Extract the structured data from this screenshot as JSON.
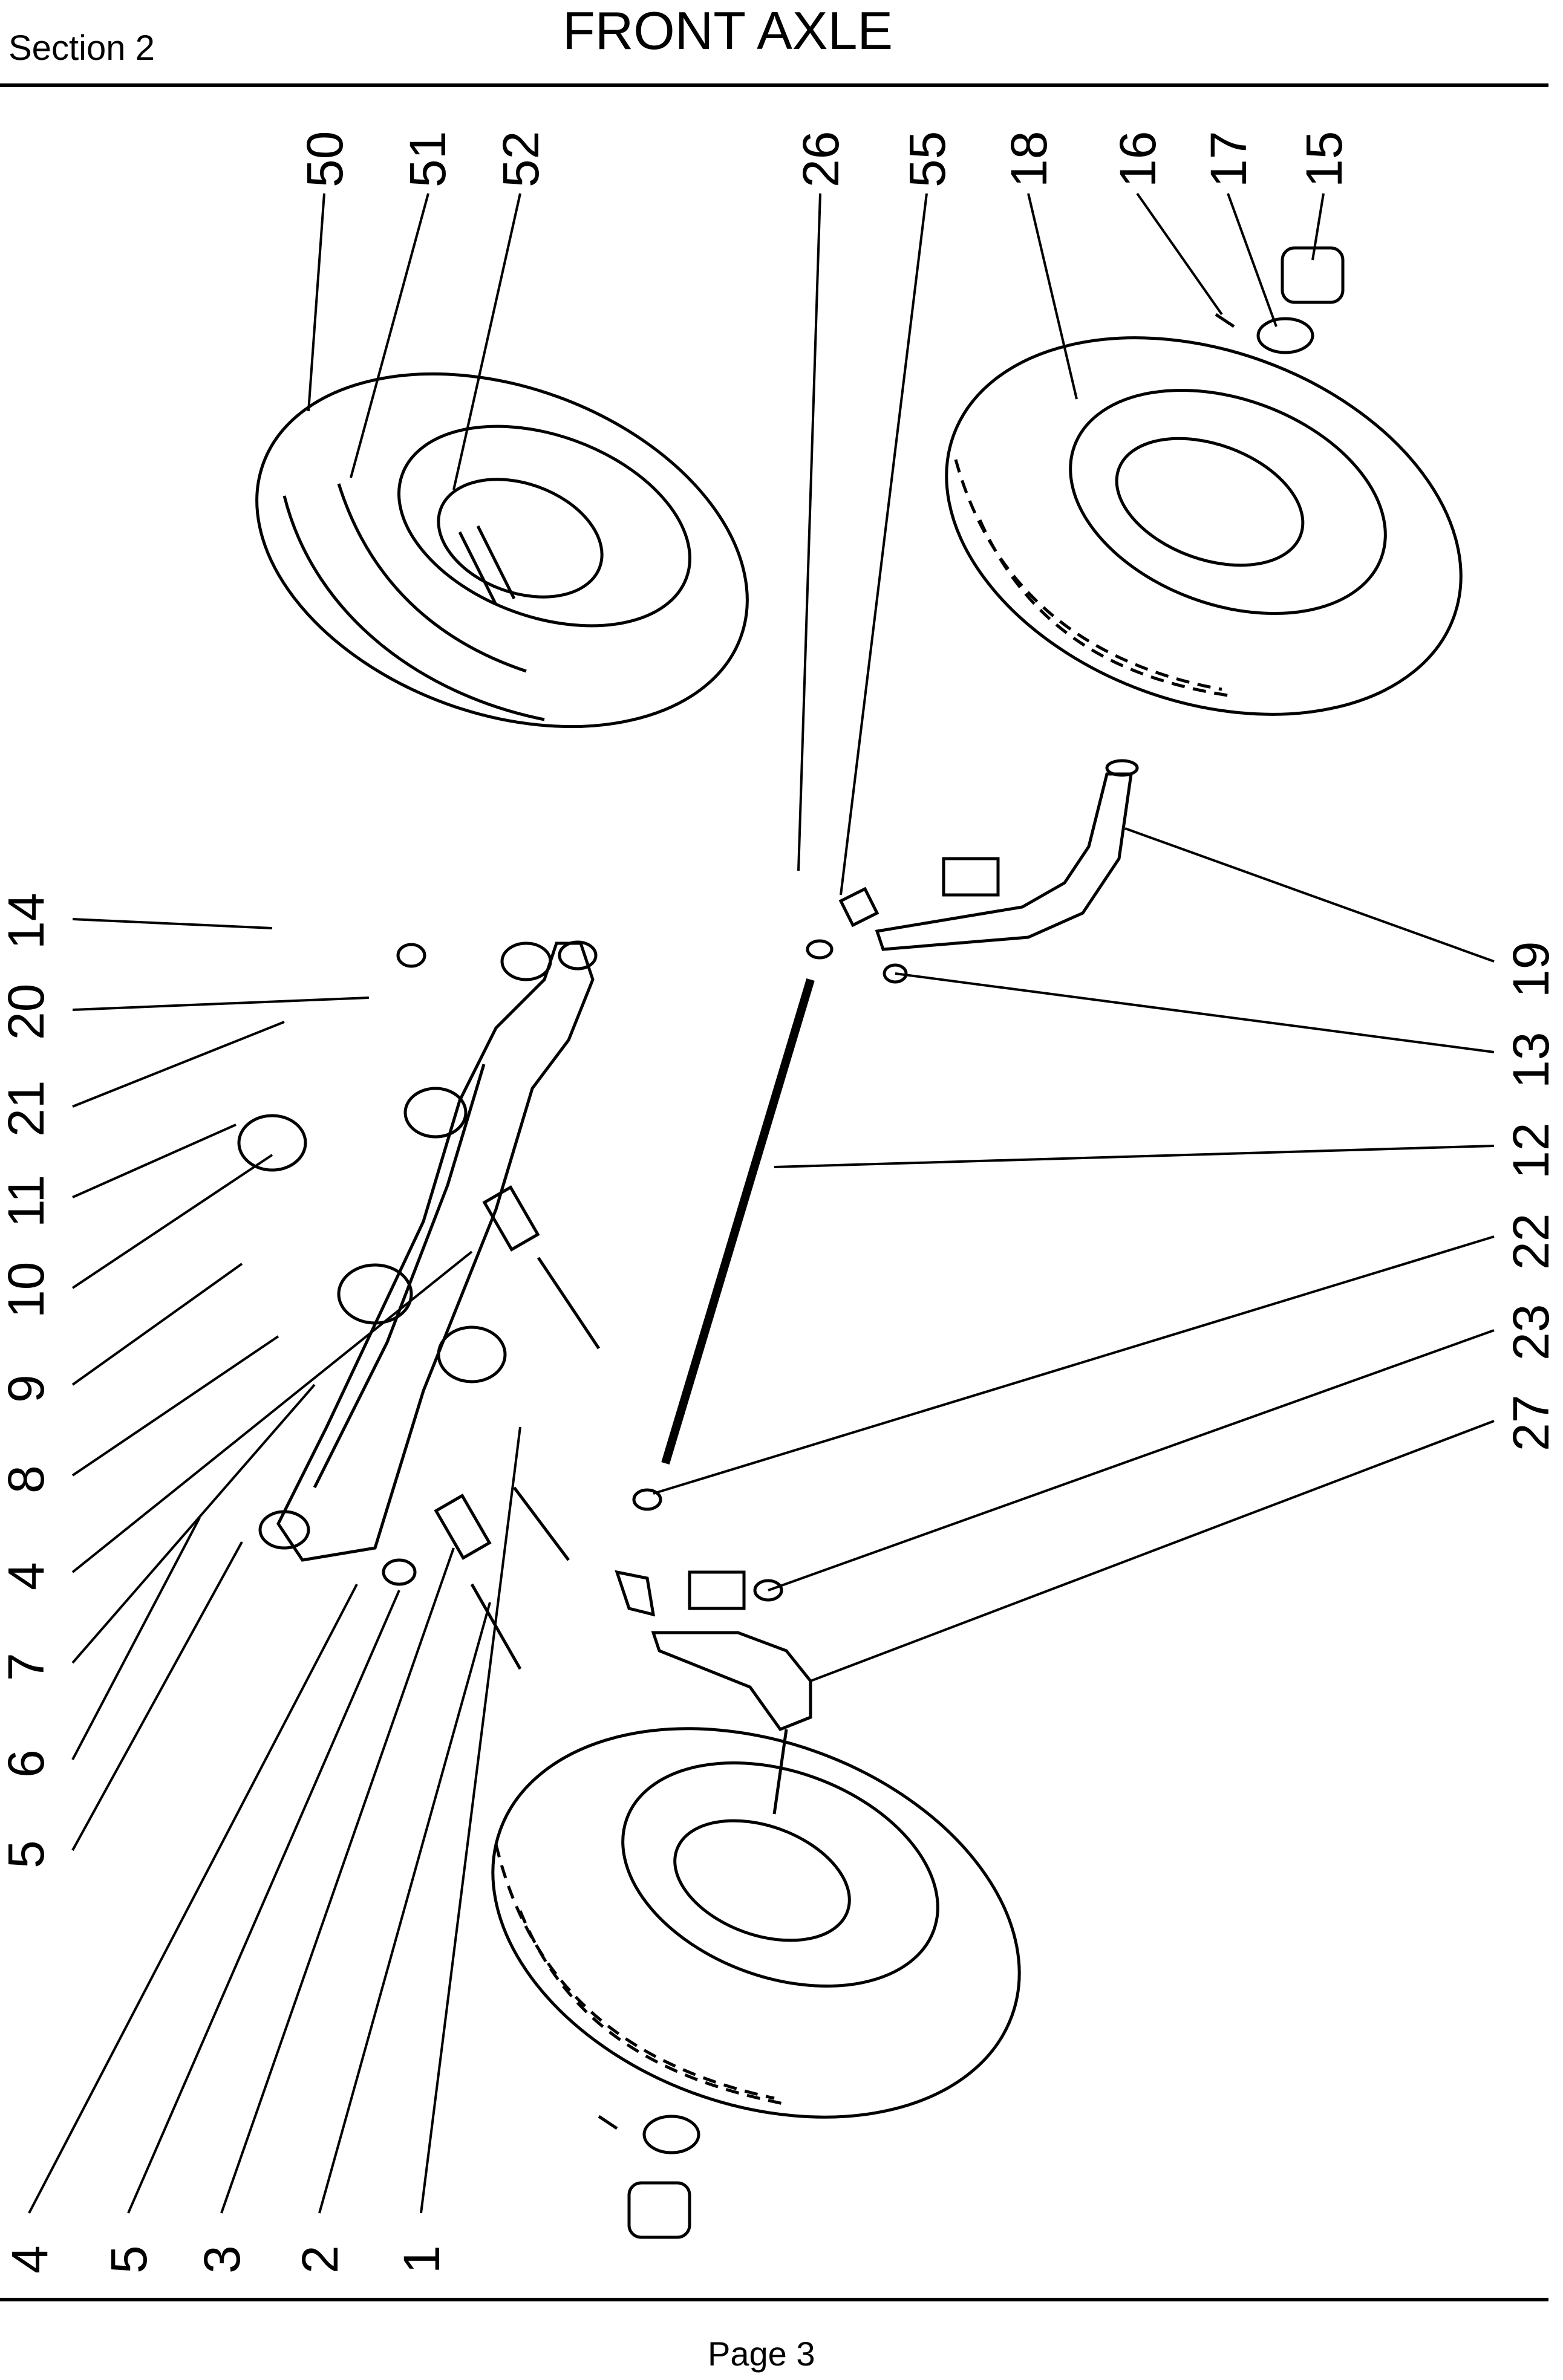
{
  "header": {
    "section": "Section 2",
    "title": "FRONT AXLE"
  },
  "footer": {
    "page": "Page 3"
  },
  "callouts": {
    "top": [
      "50",
      "51",
      "52",
      "26",
      "55",
      "18",
      "16",
      "17",
      "15"
    ],
    "left": [
      "14",
      "20",
      "21",
      "11",
      "10",
      "9",
      "8",
      "4",
      "7",
      "6",
      "5"
    ],
    "right": [
      "19",
      "13",
      "12",
      "22",
      "23",
      "27"
    ],
    "bottom": [
      "4",
      "5",
      "3",
      "2",
      "1"
    ]
  }
}
